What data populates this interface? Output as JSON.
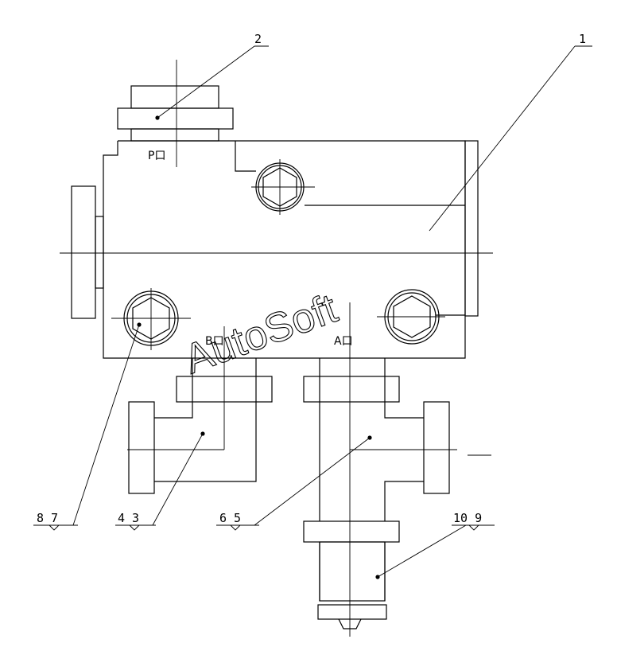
{
  "callouts": {
    "c1": "1",
    "c2": "2",
    "c43": "4 3",
    "c65": "6 5",
    "c87": "8 7",
    "c109": "10 9"
  },
  "ports": {
    "p": "P口",
    "a": "A口",
    "b": "B口"
  },
  "watermark": "AutoSoft"
}
